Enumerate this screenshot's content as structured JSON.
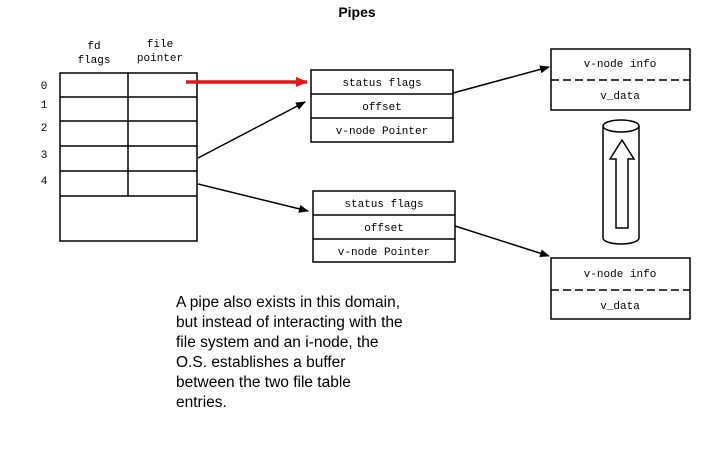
{
  "title": "Pipes",
  "fd_table": {
    "col_fd_flags": [
      "fd",
      "flags"
    ],
    "col_file_pointer": [
      "file",
      "pointer"
    ],
    "row_labels": [
      "0",
      "1",
      "2",
      "3",
      "4"
    ]
  },
  "file_table_entries": [
    {
      "status": "status flags",
      "offset": "offset",
      "vnode": "v-node Pointer"
    },
    {
      "status": "status flags",
      "offset": "offset",
      "vnode": "v-node Pointer"
    }
  ],
  "vnodes": [
    {
      "info": "v-node info",
      "data": "v_data"
    },
    {
      "info": "v-node info",
      "data": "v_data"
    }
  ],
  "description": [
    "A pipe also exists in this domain,",
    "but instead of interacting with the",
    "file system and an i-node, the",
    "O.S. establishes a buffer",
    "between the two file table",
    "entries."
  ],
  "colors": {
    "pipe_arrow": "#e8151b",
    "ink": "#000000"
  }
}
